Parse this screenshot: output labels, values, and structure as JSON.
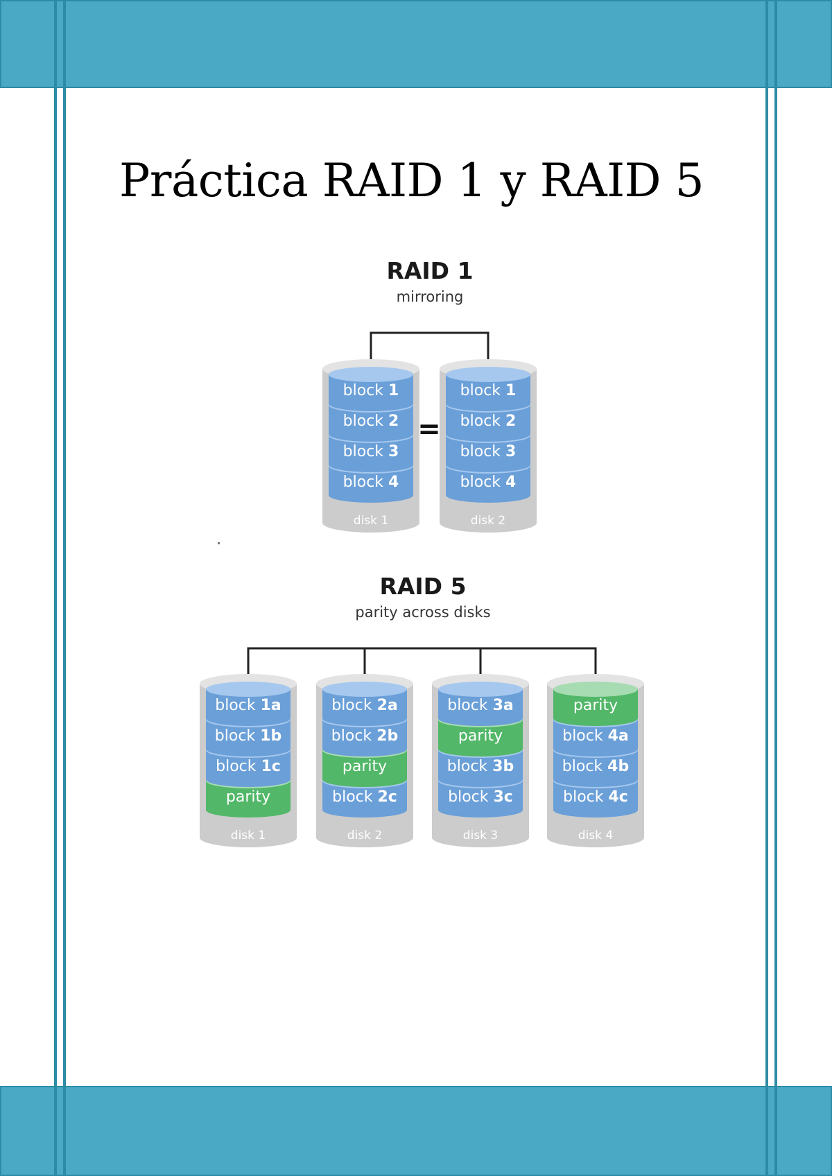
{
  "document": {
    "title": "Práctica RAID 1 y RAID 5"
  },
  "colors": {
    "band": "#4aaac5",
    "band_border": "#2e8ba6",
    "block_blue": "#6a9fd8",
    "block_blue_top": "#a6c8ee",
    "parity_green": "#52b768",
    "parity_green_top": "#a7dcb3",
    "disk_gray": "#cccccc"
  },
  "raid1": {
    "heading": "RAID 1",
    "subtitle": "mirroring",
    "equals": "=",
    "disks": [
      {
        "label": "disk 1",
        "segments": [
          {
            "text": "block ",
            "bold": "1",
            "kind": "block"
          },
          {
            "text": "block ",
            "bold": "2",
            "kind": "block"
          },
          {
            "text": "block ",
            "bold": "3",
            "kind": "block"
          },
          {
            "text": "block ",
            "bold": "4",
            "kind": "block"
          }
        ]
      },
      {
        "label": "disk 2",
        "segments": [
          {
            "text": "block ",
            "bold": "1",
            "kind": "block"
          },
          {
            "text": "block ",
            "bold": "2",
            "kind": "block"
          },
          {
            "text": "block ",
            "bold": "3",
            "kind": "block"
          },
          {
            "text": "block ",
            "bold": "4",
            "kind": "block"
          }
        ]
      }
    ]
  },
  "raid5": {
    "heading": "RAID 5",
    "subtitle": "parity across disks",
    "disks": [
      {
        "label": "disk 1",
        "segments": [
          {
            "text": "block ",
            "bold": "1a",
            "kind": "block"
          },
          {
            "text": "block ",
            "bold": "1b",
            "kind": "block"
          },
          {
            "text": "block ",
            "bold": "1c",
            "kind": "block"
          },
          {
            "text": "parity",
            "bold": "",
            "kind": "parity"
          }
        ]
      },
      {
        "label": "disk 2",
        "segments": [
          {
            "text": "block ",
            "bold": "2a",
            "kind": "block"
          },
          {
            "text": "block ",
            "bold": "2b",
            "kind": "block"
          },
          {
            "text": "parity",
            "bold": "",
            "kind": "parity"
          },
          {
            "text": "block ",
            "bold": "2c",
            "kind": "block"
          }
        ]
      },
      {
        "label": "disk 3",
        "segments": [
          {
            "text": "block ",
            "bold": "3a",
            "kind": "block"
          },
          {
            "text": "parity",
            "bold": "",
            "kind": "parity"
          },
          {
            "text": "block ",
            "bold": "3b",
            "kind": "block"
          },
          {
            "text": "block ",
            "bold": "3c",
            "kind": "block"
          }
        ]
      },
      {
        "label": "disk 4",
        "segments": [
          {
            "text": "parity",
            "bold": "",
            "kind": "parity"
          },
          {
            "text": "block ",
            "bold": "4a",
            "kind": "block"
          },
          {
            "text": "block ",
            "bold": "4b",
            "kind": "block"
          },
          {
            "text": "block ",
            "bold": "4c",
            "kind": "block"
          }
        ]
      }
    ]
  }
}
